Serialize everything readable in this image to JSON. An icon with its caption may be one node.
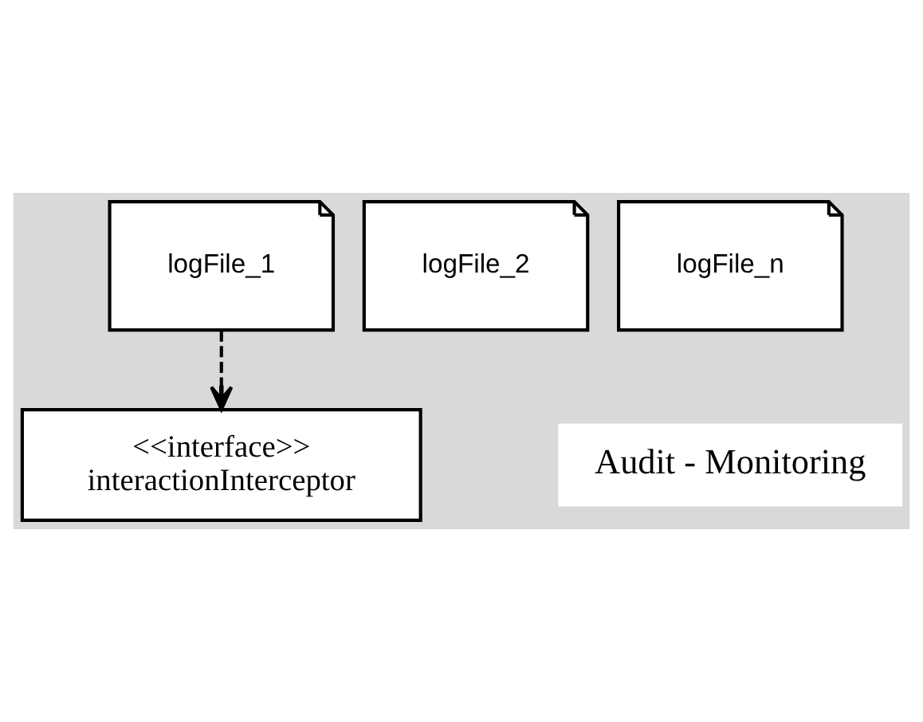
{
  "diagram": {
    "nodes": [
      {
        "text": [
          "<<interface>>",
          "interactionInterceptor"
        ]
      },
      {
        "text": [
          "logFile_1"
        ]
      },
      {
        "text": [
          "logFile_2"
        ]
      },
      {
        "text": [
          "logFile_n"
        ]
      }
    ],
    "edges": [
      {
        "from": 1,
        "to": 0,
        "arrow": "to",
        "style": "dashed"
      }
    ],
    "labels": [
      "Audit - Monitoring"
    ]
  }
}
